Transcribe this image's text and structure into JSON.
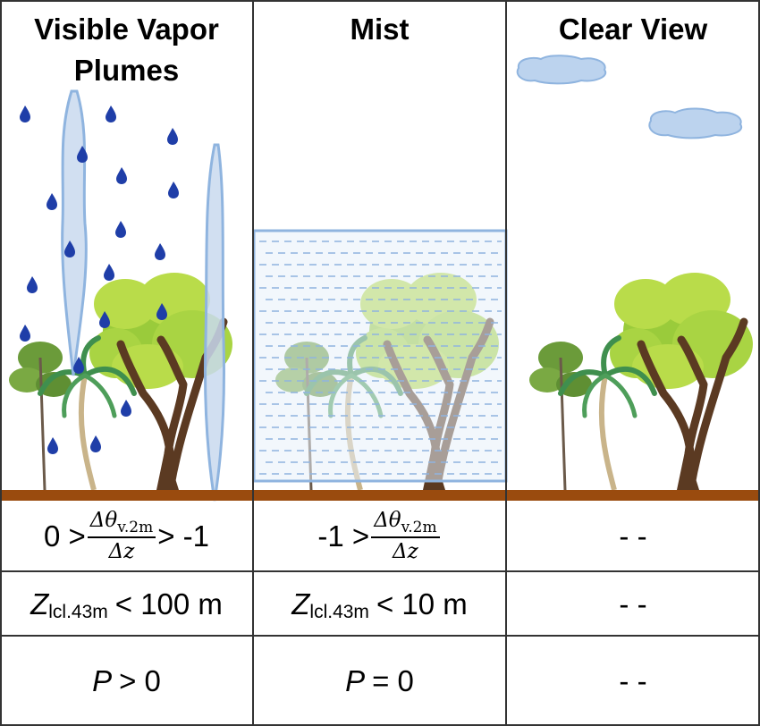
{
  "columns": [
    {
      "title_line1": "Visible Vapor",
      "title_line2": "Plumes",
      "criterion_gradient": {
        "left": "0 >",
        "num": "Δθ",
        "num_sub": "v.2m",
        "den": "Δz",
        "right": "> -1"
      },
      "criterion_lcl": {
        "sym": "Z",
        "sub": "lcl.43m",
        "rest": "< 100 m"
      },
      "criterion_precip": {
        "sym": "P",
        "rest": "> 0"
      }
    },
    {
      "title_line1": "Mist",
      "criterion_gradient": {
        "left": "-1 >",
        "num": "Δθ",
        "num_sub": "v.2m",
        "den": "Δz"
      },
      "criterion_lcl": {
        "sym": "Z",
        "sub": "lcl.43m",
        "rest": "< 10 m"
      },
      "criterion_precip": {
        "sym": "P",
        "rest": "= 0"
      }
    },
    {
      "title_line1": "Clear View",
      "criterion_gradient_text": "- -",
      "criterion_lcl_text": "- -",
      "criterion_precip_text": "- -"
    }
  ],
  "colors": {
    "plume_fill": "#c9d9ee",
    "plume_stroke": "#8fb4df",
    "raindrop": "#1f3ea8",
    "mist_dash": "#8fb4df",
    "ground": "#9a4b0e",
    "canopy_light": "#b9dc4a",
    "canopy_mid": "#9acb3b",
    "trunk": "#5b3a22",
    "palm": "#3f8f4e",
    "cloud_fill": "#bcd3ee"
  }
}
